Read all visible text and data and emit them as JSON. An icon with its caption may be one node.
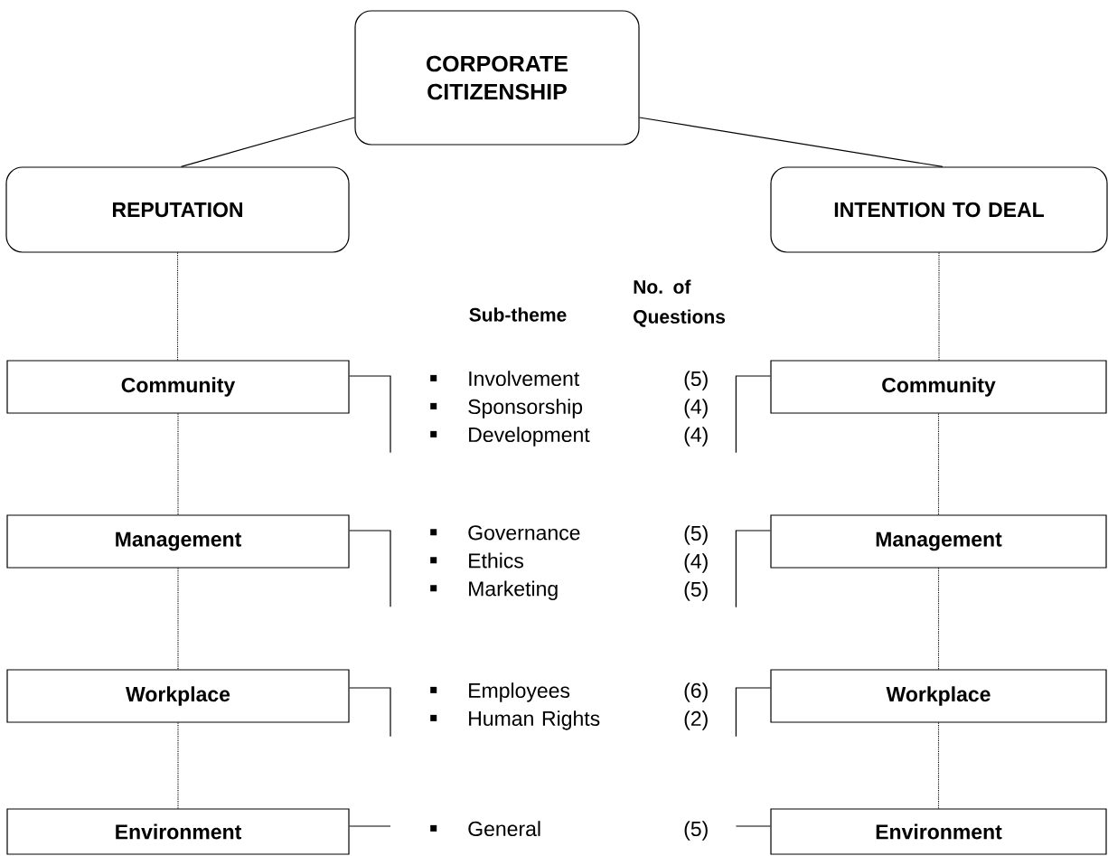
{
  "diagram": {
    "nodes": [
      {
        "text": [
          "CORPORATE CITIZENSHIP"
        ]
      },
      {
        "text": [
          "REPUTATION"
        ]
      },
      {
        "text": [
          "INTENTION TO DEAL"
        ]
      },
      {
        "text": [
          "Community"
        ]
      },
      {
        "text": [
          "Community"
        ]
      },
      {
        "text": [
          "Management"
        ]
      },
      {
        "text": [
          "Management"
        ]
      },
      {
        "text": [
          "Workplace"
        ]
      },
      {
        "text": [
          "Workplace"
        ]
      },
      {
        "text": [
          "Environment"
        ]
      },
      {
        "text": [
          "Environment"
        ]
      },
      {
        "text": [
          "Involvement",
          "Sponsorship",
          "Development"
        ]
      },
      {
        "text": [
          "(5)",
          "(4)",
          "(4)"
        ]
      },
      {
        "text": [
          "Governance",
          "Ethics",
          "Marketing"
        ]
      },
      {
        "text": [
          "(5)",
          "(4)",
          "(5)"
        ]
      },
      {
        "text": [
          "Employees",
          "Human Rights"
        ]
      },
      {
        "text": [
          "(6)",
          "(2)"
        ]
      },
      {
        "text": [
          "General"
        ]
      },
      {
        "text": [
          "(5)"
        ]
      }
    ],
    "edges": [
      {
        "from": 0,
        "to": 1,
        "arrow": "none"
      },
      {
        "from": 0,
        "to": 2,
        "arrow": "none"
      },
      {
        "from": 1,
        "to": 3,
        "arrow": "none",
        "style": "dashed"
      },
      {
        "from": 3,
        "to": 5,
        "arrow": "none",
        "style": "dashed"
      },
      {
        "from": 5,
        "to": 7,
        "arrow": "none",
        "style": "dashed"
      },
      {
        "from": 7,
        "to": 9,
        "arrow": "none",
        "style": "dashed"
      },
      {
        "from": 2,
        "to": 4,
        "arrow": "none",
        "style": "dashed"
      },
      {
        "from": 4,
        "to": 6,
        "arrow": "none",
        "style": "dashed"
      },
      {
        "from": 6,
        "to": 8,
        "arrow": "none",
        "style": "dashed"
      },
      {
        "from": 8,
        "to": 10,
        "arrow": "none",
        "style": "dashed"
      },
      {
        "from": 3,
        "to": 11,
        "arrow": "none"
      },
      {
        "from": 12,
        "to": 4,
        "arrow": "none"
      },
      {
        "from": 5,
        "to": 13,
        "arrow": "none"
      },
      {
        "from": 14,
        "to": 6,
        "arrow": "none"
      },
      {
        "from": 7,
        "to": 15,
        "arrow": "none"
      },
      {
        "from": 16,
        "to": 8,
        "arrow": "none"
      },
      {
        "from": 9,
        "to": 17,
        "arrow": "none"
      },
      {
        "from": 18,
        "to": 10,
        "arrow": "none"
      }
    ],
    "labels": [
      "Sub-theme",
      "No. of Questions"
    ]
  }
}
